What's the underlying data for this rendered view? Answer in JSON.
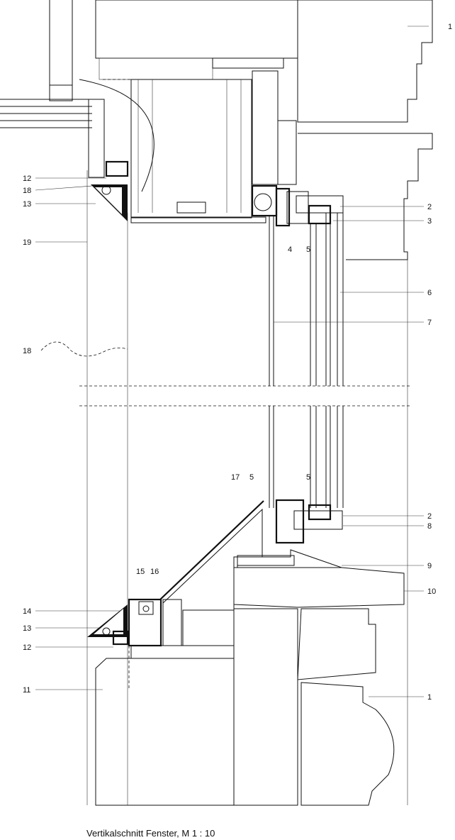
{
  "caption": "Vertikalschnitt Fenster, M 1 : 10",
  "labels": {
    "l1a": "1",
    "l2a": "2",
    "l3": "3",
    "l4": "4",
    "l5a": "5",
    "l6": "6",
    "l7": "7",
    "l12a": "12",
    "l18a": "18",
    "l13a": "13",
    "l19": "19",
    "l18b": "18",
    "l17": "17",
    "l5b": "5",
    "l5c": "5",
    "l2b": "2",
    "l8": "8",
    "l9": "9",
    "l10": "10",
    "l15": "15",
    "l16": "16",
    "l14": "14",
    "l13b": "13",
    "l12b": "12",
    "l11": "11",
    "l1b": "1"
  }
}
